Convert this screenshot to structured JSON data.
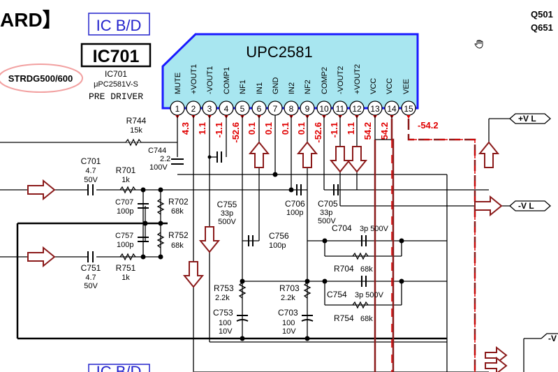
{
  "header": {
    "title_fragment": "ARD】",
    "board_label": "IC B/D",
    "board_label_bottom": "IC B/D",
    "right_refs": [
      "Q501",
      "Q651"
    ]
  },
  "ic": {
    "designator": "IC701",
    "sub_designator": "IC701",
    "part_number": "μPC2581V-S",
    "function": "PRE DRIVER",
    "chip_name": "UPC2581",
    "pins": [
      {
        "num": "1",
        "name": "MUTE",
        "voltage": "4.3"
      },
      {
        "num": "2",
        "name": "+VOUT1",
        "voltage": "1.1"
      },
      {
        "num": "3",
        "name": "-VOUT1",
        "voltage": "-1.1"
      },
      {
        "num": "4",
        "name": "COMP1",
        "voltage": "-52.6"
      },
      {
        "num": "5",
        "name": "NF1",
        "voltage": "0.1"
      },
      {
        "num": "6",
        "name": "IN1",
        "voltage": "0.1"
      },
      {
        "num": "7",
        "name": "GND",
        "voltage": ""
      },
      {
        "num": "8",
        "name": "IN2",
        "voltage": "0.1"
      },
      {
        "num": "9",
        "name": "NF2",
        "voltage": "0.1"
      },
      {
        "num": "10",
        "name": "COMP2",
        "voltage": "-52.6"
      },
      {
        "num": "11",
        "name": "-VOUT2",
        "voltage": "-1.1"
      },
      {
        "num": "12",
        "name": "+VOUT2",
        "voltage": "1.1"
      },
      {
        "num": "13",
        "name": "VCC",
        "voltage": "54.2"
      },
      {
        "num": "14",
        "name": "VCC",
        "voltage": "54.2"
      },
      {
        "num": "15",
        "name": "VEE",
        "voltage": "-54.2"
      }
    ]
  },
  "model_note": "STRDG500/600",
  "components": {
    "r744": {
      "ref": "R744",
      "value": "15k"
    },
    "c744": {
      "ref": "C744",
      "value1": "2.2",
      "value2": "100V"
    },
    "c701": {
      "ref": "C701",
      "value1": "4.7",
      "value2": "50V"
    },
    "r701": {
      "ref": "R701",
      "value": "1k"
    },
    "c707": {
      "ref": "C707",
      "value": "100p"
    },
    "r702": {
      "ref": "R702",
      "value": "68k"
    },
    "c757": {
      "ref": "C757",
      "value": "100p"
    },
    "r752": {
      "ref": "R752",
      "value": "68k"
    },
    "c751": {
      "ref": "C751",
      "value1": "4.7",
      "value2": "50V"
    },
    "r751": {
      "ref": "R751",
      "value": "1k"
    },
    "c755": {
      "ref": "C755",
      "value1": "33p",
      "value2": "500V"
    },
    "c756": {
      "ref": "C756",
      "value": "100p"
    },
    "c706": {
      "ref": "C706",
      "value": "100p"
    },
    "c705": {
      "ref": "C705",
      "value1": "33p",
      "value2": "500V"
    },
    "c704": {
      "ref": "C704",
      "value": "3p 500V"
    },
    "r704": {
      "ref": "R704",
      "value": "68k"
    },
    "c754": {
      "ref": "C754",
      "value": "3p 500V"
    },
    "r754": {
      "ref": "R754",
      "value": "68k"
    },
    "r753": {
      "ref": "R753",
      "value": "2.2k"
    },
    "c753": {
      "ref": "C753",
      "value1": "100",
      "value2": "10V"
    },
    "r703": {
      "ref": "R703",
      "value": "2.2k"
    },
    "c703": {
      "ref": "C703",
      "value1": "100",
      "value2": "10V"
    }
  },
  "rails": {
    "pos": "+V L",
    "neg": "-V L",
    "neg2": "-V"
  },
  "colors": {
    "chip_fill": "#a8e6f0",
    "chip_border": "#1a1aff",
    "voltage_red": "#e00000",
    "arrow": "#8b1a1a",
    "note_oval": "#f2a0a0"
  }
}
